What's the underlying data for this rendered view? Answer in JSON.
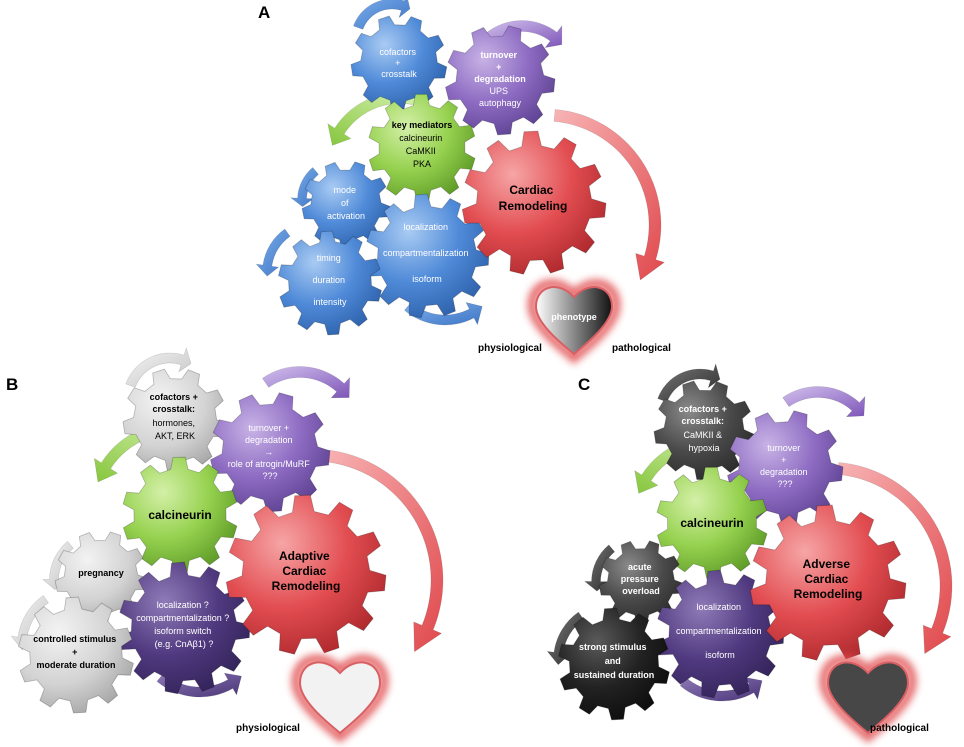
{
  "panels": {
    "A": {
      "letter": "A",
      "cofactors": [
        "cofactors",
        "+",
        "crosstalk"
      ],
      "turnover": [
        "turnover",
        "+",
        "degradation",
        "UPS",
        "autophagy"
      ],
      "mediators": [
        "key mediators",
        "calcineurin",
        "CaMKII",
        "PKA"
      ],
      "mode": [
        "mode",
        "of",
        "activation"
      ],
      "localization": [
        "localization",
        "compartmentalization",
        "isoform"
      ],
      "timing": [
        "timing",
        "duration",
        "intensity"
      ],
      "main": [
        "Cardiac",
        "Remodeling"
      ],
      "phenotype": "phenotype",
      "physiological": "physiological",
      "pathological": "pathological"
    },
    "B": {
      "letter": "B",
      "cofactors": [
        "cofactors +",
        "crosstalk:",
        "hormones,",
        "AKT, ERK"
      ],
      "turnover": [
        "turnover  +",
        "degradation",
        "→",
        "role of  atrogin/MuRF",
        "???"
      ],
      "mediator": "calcineurin",
      "context": [
        "pregnancy"
      ],
      "localization": [
        "localization ?",
        "compartmentalization ?",
        "isoform switch",
        "(e.g. CnAβ1) ?"
      ],
      "stimulus": [
        "controlled stimulus",
        "+",
        "moderate duration"
      ],
      "main": [
        "Adaptive",
        "Cardiac",
        "Remodeling"
      ],
      "physiological": "physiological"
    },
    "C": {
      "letter": "C",
      "cofactors": [
        "cofactors +",
        "crosstalk:",
        "CaMKII &",
        "hypoxia"
      ],
      "turnover": [
        "turnover",
        "+",
        "degradation",
        "???"
      ],
      "mediator": "calcineurin",
      "context": [
        "acute",
        "pressure",
        "overload"
      ],
      "localization": [
        "localization",
        "compartmentalization",
        "isoform"
      ],
      "stimulus": [
        "strong stimulus",
        "and",
        "sustained duration"
      ],
      "main": [
        "Adverse",
        "Cardiac",
        "Remodeling"
      ],
      "pathological": "pathological"
    }
  },
  "colors": {
    "blue": "#4a86d4",
    "purple": "#8e6cc0",
    "green": "#8fcf4a",
    "red": "#e0484c",
    "gray": "#d4d4d4",
    "dark_purple": "#4e3a7c",
    "dark_gray": "#4a4a4a",
    "black": "#1f1f1f"
  }
}
